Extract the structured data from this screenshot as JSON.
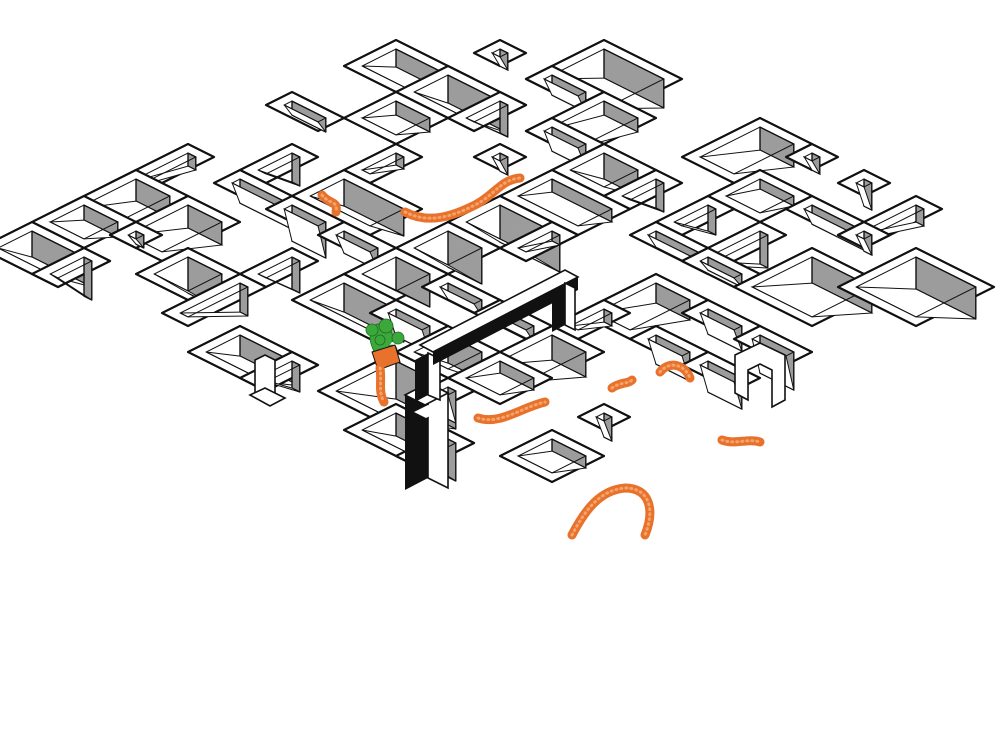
{
  "scene": {
    "kind": "isometric-maze-illustration",
    "background": "#ffffff",
    "palette": {
      "ink": "#111111",
      "wall_texture": "#8a8a8a",
      "worm": "#e8722c",
      "plant": "#3aa83a"
    },
    "elements": [
      {
        "name": "isometric-room-grid"
      },
      {
        "name": "black-gate-tower"
      },
      {
        "name": "orange-worm"
      },
      {
        "name": "potted-plant-sprout"
      }
    ],
    "worm_count": 7
  }
}
